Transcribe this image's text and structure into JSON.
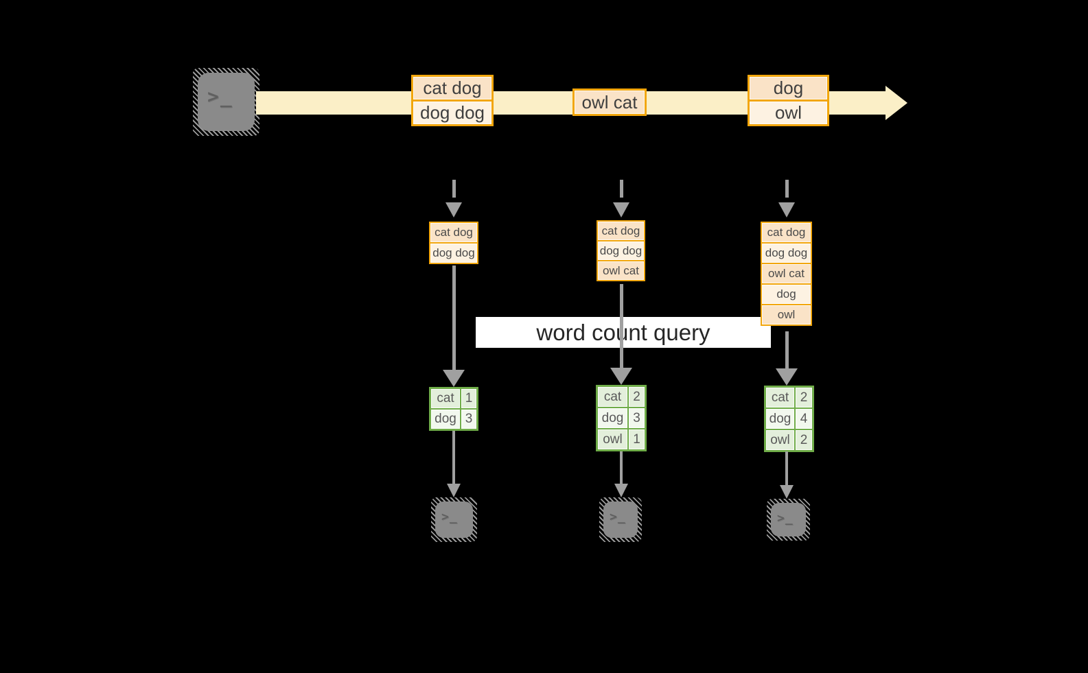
{
  "query_label": "word count query",
  "icons": {
    "terminal_prompt": ">_"
  },
  "stream": {
    "events": [
      {
        "lines": [
          "cat dog",
          "dog dog"
        ]
      },
      {
        "lines": [
          "owl cat"
        ]
      },
      {
        "lines": [
          "dog",
          "owl"
        ]
      }
    ]
  },
  "columns": [
    {
      "buffer": [
        "cat dog",
        "dog dog"
      ],
      "counts": [
        {
          "word": "cat",
          "count": "1"
        },
        {
          "word": "dog",
          "count": "3"
        }
      ]
    },
    {
      "buffer": [
        "cat dog",
        "dog dog",
        "owl cat"
      ],
      "counts": [
        {
          "word": "cat",
          "count": "2"
        },
        {
          "word": "dog",
          "count": "3"
        },
        {
          "word": "owl",
          "count": "1"
        }
      ]
    },
    {
      "buffer": [
        "cat dog",
        "dog dog",
        "owl cat",
        "dog",
        "owl"
      ],
      "counts": [
        {
          "word": "cat",
          "count": "2"
        },
        {
          "word": "dog",
          "count": "4"
        },
        {
          "word": "owl",
          "count": "2"
        }
      ]
    }
  ],
  "colors": {
    "background": "#000000",
    "stream_band": "#FBEFC7",
    "event_border": "#F2A60C",
    "event_fill_dark": "#FAE3C7",
    "event_fill_light": "#FDF2E2",
    "table_border": "#6FAC48",
    "table_fill_dark": "#E3EFDB",
    "table_fill_light": "#F2F8EE",
    "arrow_gray": "#A0A0A0",
    "terminal_gray": "#8A8A8A",
    "query_label_bg": "#FFFFFF"
  }
}
